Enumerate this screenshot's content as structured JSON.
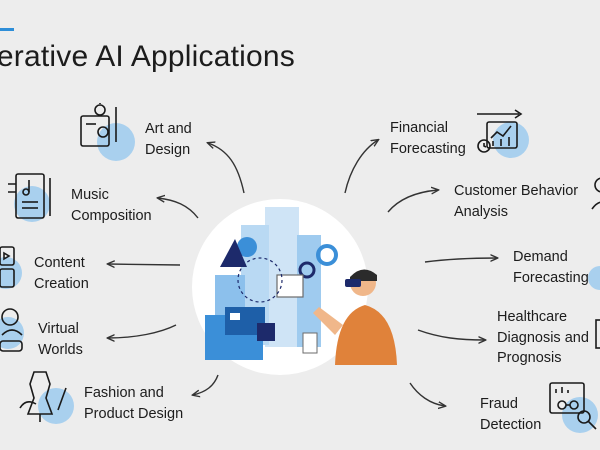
{
  "title": "nerative AI Applications",
  "colors": {
    "accent": "#2e8ed8",
    "circle": "#a9d0ee",
    "icon_ink": "#1a1a1a",
    "person_shirt": "#e0823a",
    "hub_blue": "#3b8fd8"
  },
  "left_items": [
    {
      "label_lines": [
        "Art and",
        "Design"
      ],
      "icon": "art-design-icon"
    },
    {
      "label_lines": [
        "Music",
        "Composition"
      ],
      "icon": "music-composition-icon"
    },
    {
      "label_lines": [
        "Content",
        "Creation"
      ],
      "icon": "content-creation-icon"
    },
    {
      "label_lines": [
        "Virtual",
        "Worlds"
      ],
      "icon": "virtual-worlds-icon"
    },
    {
      "label_lines": [
        "Fashion and",
        "Product Design"
      ],
      "icon": "fashion-design-icon"
    }
  ],
  "right_items": [
    {
      "label_lines": [
        "Financial",
        "Forecasting"
      ],
      "icon": "financial-chart-icon"
    },
    {
      "label_lines": [
        "Customer Behavior",
        "Analysis"
      ],
      "icon": "customer-behavior-icon"
    },
    {
      "label_lines": [
        "Demand",
        "Forecasting"
      ],
      "icon": "demand-forecasting-icon"
    },
    {
      "label_lines": [
        "Healthcare",
        "Diagnosis and",
        "Prognosis"
      ],
      "icon": "healthcare-icon"
    },
    {
      "label_lines": [
        "Fraud",
        "Detection"
      ],
      "icon": "fraud-detection-icon"
    }
  ]
}
